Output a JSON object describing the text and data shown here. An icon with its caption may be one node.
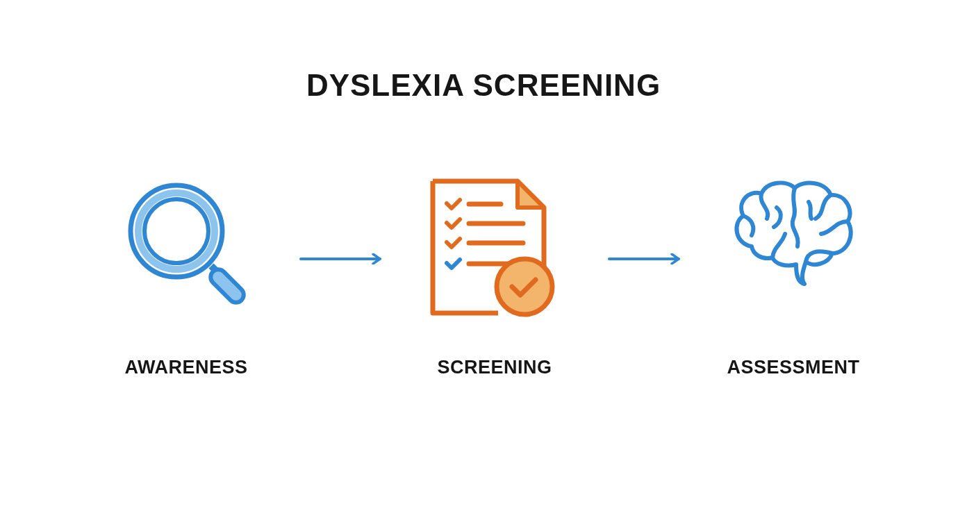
{
  "diagram": {
    "title": "DYSLEXIA SCREENING",
    "nodes": [
      {
        "text": [
          "AWARENESS"
        ]
      },
      {
        "text": [
          "SCREENING"
        ]
      },
      {
        "text": [
          "ASSESSMENT"
        ]
      }
    ],
    "edges": [
      {
        "from": 0,
        "to": 1,
        "arrow": "to"
      },
      {
        "from": 1,
        "to": 2,
        "arrow": "to"
      }
    ]
  }
}
